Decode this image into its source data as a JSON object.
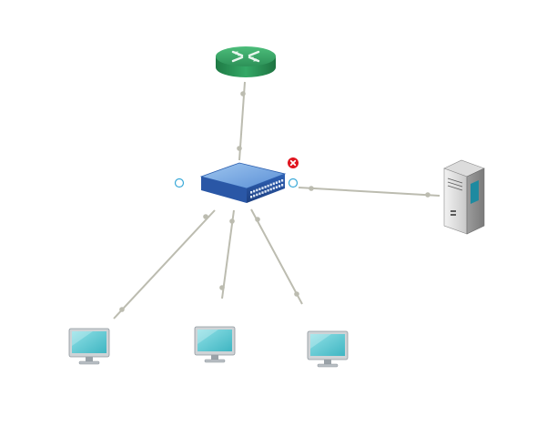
{
  "diagram": {
    "nodes": [
      {
        "id": "router",
        "icon": "router-icon",
        "color": "#2f9a5a"
      },
      {
        "id": "switch",
        "icon": "network-switch-icon",
        "color": "#3a6fc4",
        "selected": true
      },
      {
        "id": "server",
        "icon": "server-tower-icon",
        "color": "#b8b8b8"
      },
      {
        "id": "pc-1",
        "icon": "monitor-icon",
        "color": "#5cc6d0"
      },
      {
        "id": "pc-2",
        "icon": "monitor-icon",
        "color": "#5cc6d0"
      },
      {
        "id": "pc-3",
        "icon": "monitor-icon",
        "color": "#5cc6d0"
      }
    ],
    "edges": [
      {
        "from": "router",
        "to": "switch"
      },
      {
        "from": "switch",
        "to": "server"
      },
      {
        "from": "switch",
        "to": "pc-1"
      },
      {
        "from": "switch",
        "to": "pc-2"
      },
      {
        "from": "switch",
        "to": "pc-3"
      }
    ],
    "colors": {
      "connector": "#bcbcb0",
      "selection_handle": "#3aa9d8",
      "delete_badge": "#e0141e"
    }
  }
}
